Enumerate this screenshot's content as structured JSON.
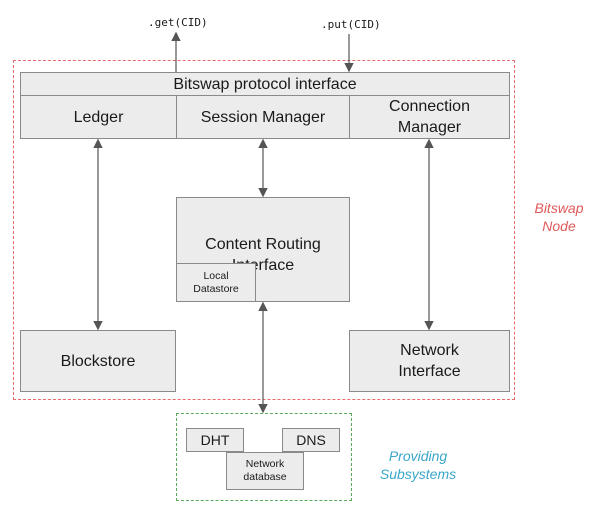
{
  "api": {
    "get_label": ".get(CID)",
    "put_label": ".put(CID)"
  },
  "bitswap_node": {
    "label_line1": "Bitswap",
    "label_line2": "Node",
    "label_color": "#e05a5a",
    "border_color": "#e86a6a"
  },
  "protocol_interface": {
    "title": "Bitswap protocol interface",
    "components": {
      "ledger": "Ledger",
      "session_manager": "Session Manager",
      "connection_manager_line1": "Connection",
      "connection_manager_line2": "Manager"
    }
  },
  "content_routing": {
    "title_line1": "Content Routing",
    "title_line2": "Interface",
    "local_datastore_line1": "Local",
    "local_datastore_line2": "Datastore"
  },
  "blockstore": "Blockstore",
  "network_interface": {
    "line1": "Network",
    "line2": "Interface"
  },
  "providing_subsystems": {
    "label_line1": "Providing",
    "label_line2": "Subsystems",
    "label_color": "#3aa6c8",
    "border_color": "#5aa85a",
    "dht": "DHT",
    "dns": "DNS",
    "network_database_line1": "Network",
    "network_database_line2": "database"
  }
}
